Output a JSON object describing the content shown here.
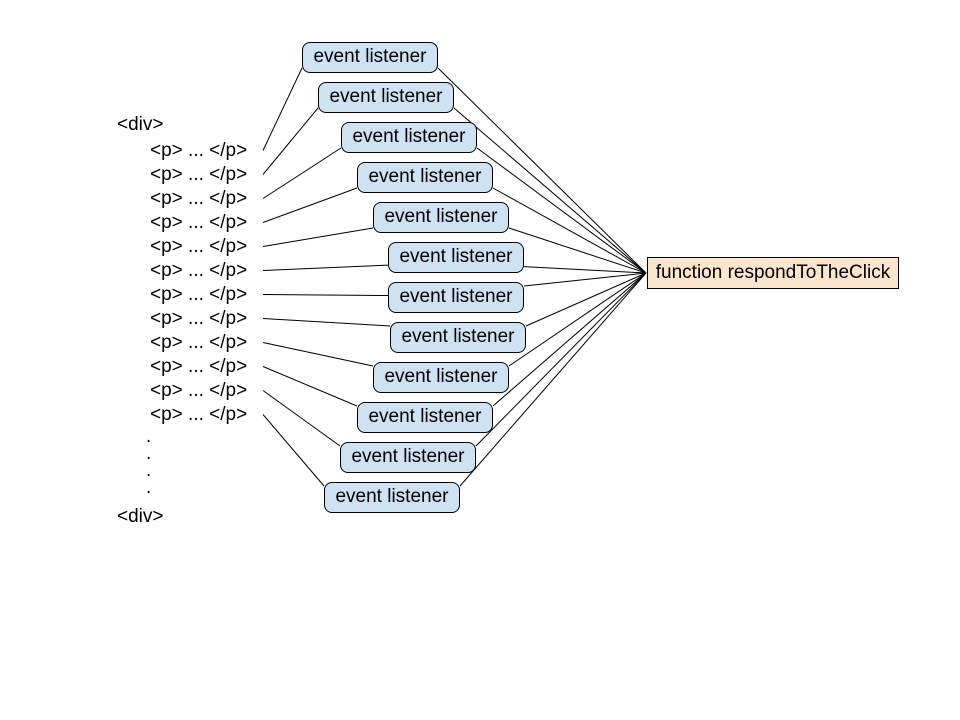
{
  "diagram": {
    "background": "#ffffff",
    "connector_color": "#000000",
    "code_panel": {
      "open_tag": "<div>",
      "paragraph_line": "<p> ... </p>",
      "paragraph_count": 12,
      "ellipsis_dot": ".",
      "ellipsis_dot_count": 4,
      "close_tag": "<div>"
    },
    "event_listeners": {
      "label": "event listener",
      "count": 12,
      "fill": "#cfe2f3",
      "border": "#000000"
    },
    "handler": {
      "label": "function respondToTheClick",
      "fill": "#fce5cd",
      "border": "#000000"
    }
  }
}
